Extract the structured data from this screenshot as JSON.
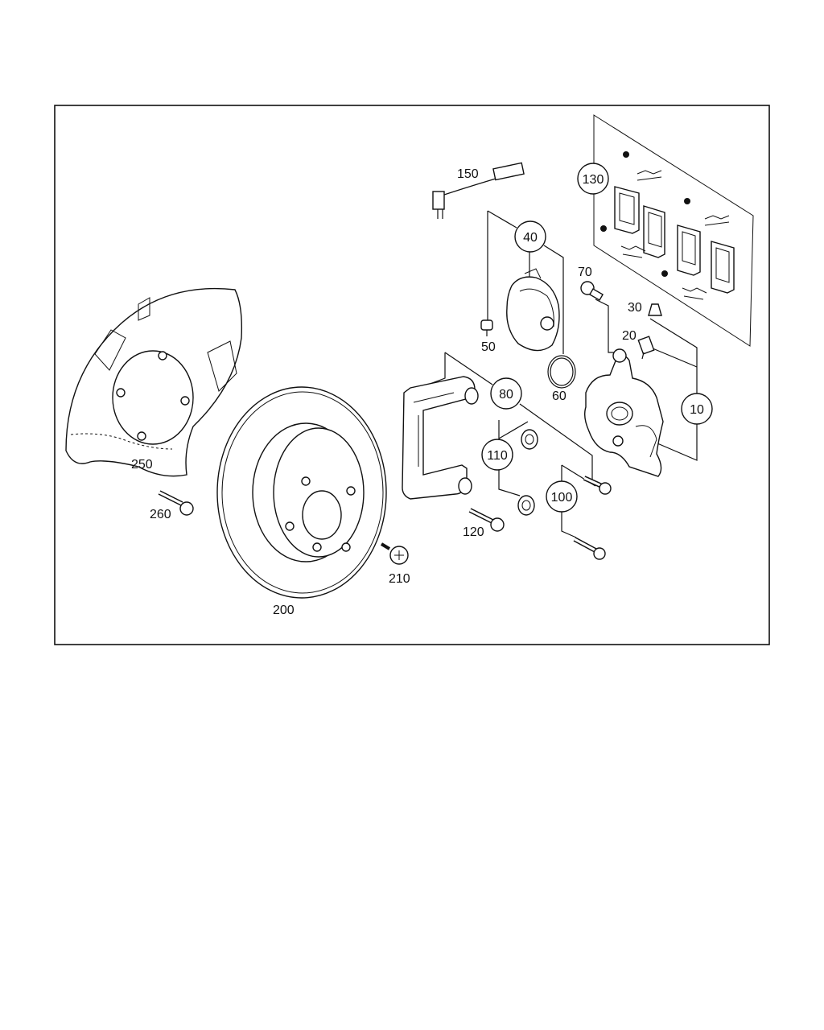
{
  "diagram": {
    "callouts": {
      "c130": "130",
      "c40": "40",
      "c80": "80",
      "c110": "110",
      "c100": "100",
      "c10": "10"
    },
    "labels": {
      "l150": "150",
      "l70": "70",
      "l30": "30",
      "l20": "20",
      "l50": "50",
      "l60": "60",
      "l250": "250",
      "l260": "260",
      "l200": "200",
      "l210": "210",
      "l120": "120"
    }
  }
}
